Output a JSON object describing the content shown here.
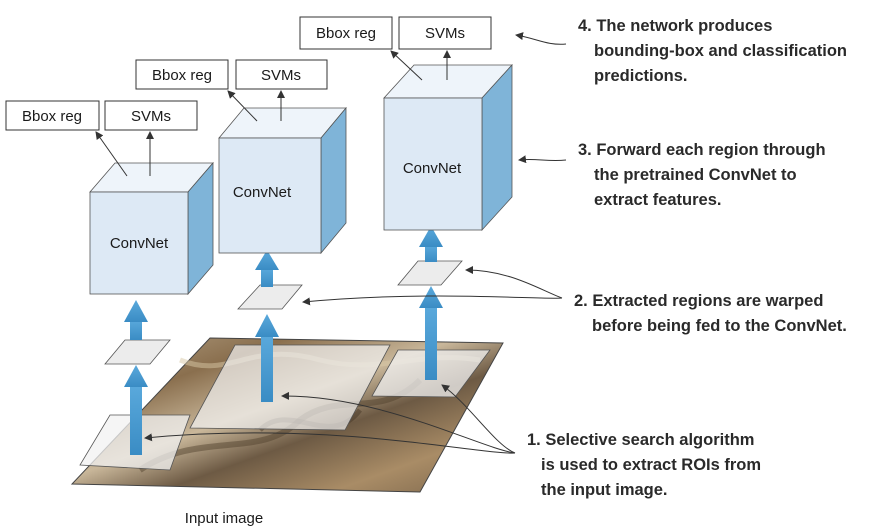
{
  "cubes": [
    {
      "label": "ConvNet",
      "bbox_label": "Bbox reg",
      "svm_label": "SVMs"
    },
    {
      "label": "ConvNet",
      "bbox_label": "Bbox reg",
      "svm_label": "SVMs"
    },
    {
      "label": "ConvNet",
      "bbox_label": "Bbox reg",
      "svm_label": "SVMs"
    }
  ],
  "notes": {
    "step4": [
      "4. The network produces",
      "bounding-box and classification",
      "predictions."
    ],
    "step3": [
      "3. Forward each region through",
      "the pretrained ConvNet to",
      "extract features."
    ],
    "step2": [
      "2. Extracted regions are warped",
      "before being fed to the ConvNet."
    ],
    "step1": [
      "1. Selective search algorithm",
      "is used to extract ROIs from",
      "the input image."
    ]
  },
  "caption": "Input image",
  "colors": {
    "arrow": "#4a9fd4",
    "cube_side": "#7fb4d8",
    "cube_front": "#dde9f5"
  }
}
